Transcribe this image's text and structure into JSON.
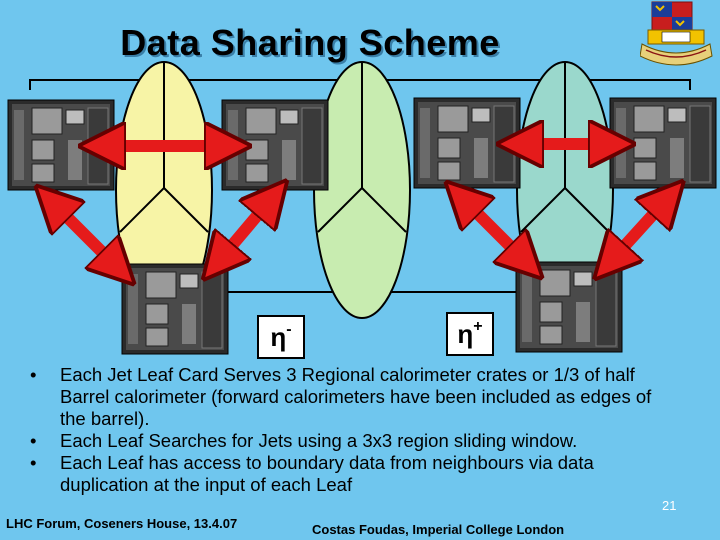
{
  "slide": {
    "title": "Data Sharing Scheme",
    "page_number": "21"
  },
  "diagram": {
    "eta_minus": {
      "symbol": "η",
      "sign": "-"
    },
    "eta_plus": {
      "symbol": "η",
      "sign": "+"
    },
    "colors": {
      "background": "#6fc6ee",
      "left_ellipse": "#f7f4a6",
      "middle_ellipse": "#c8ecb0",
      "right_ellipse": "#9ad8cc",
      "arrow": "#e51b1b"
    }
  },
  "bullets": [
    "Each Jet Leaf Card Serves 3 Regional calorimeter crates or 1/3 of half Barrel calorimeter (forward calorimeters have been included as edges of the barrel).",
    "Each Leaf Searches for Jets using a 3x3 region sliding window.",
    "Each Leaf has access to boundary data from neighbours via data duplication at the input of each Leaf"
  ],
  "footer": {
    "left": "LHC Forum, Coseners House, 13.4.07",
    "right": "Costas Foudas, Imperial College London"
  }
}
